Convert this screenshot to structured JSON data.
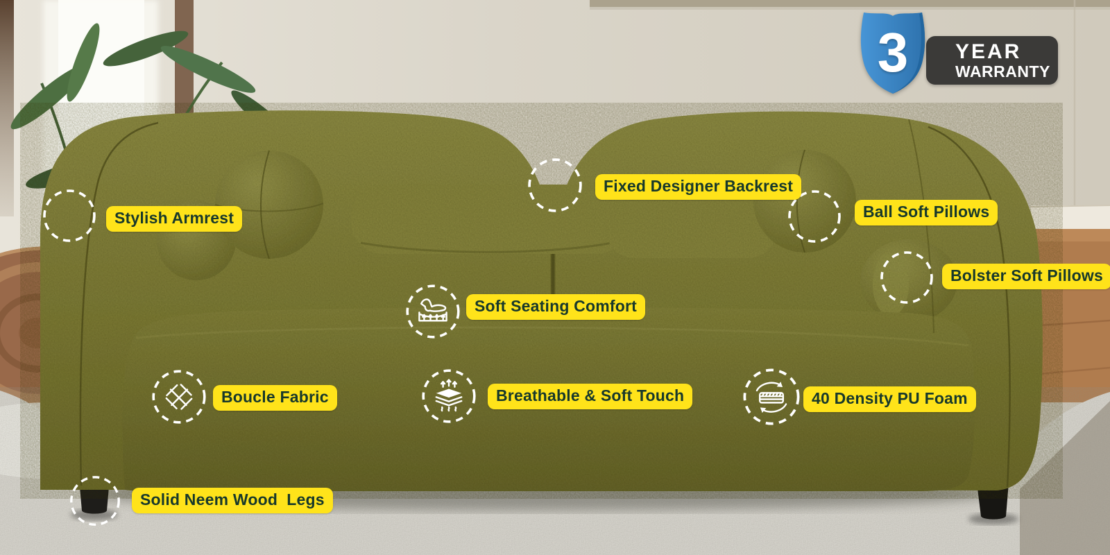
{
  "warranty_badge": {
    "years": "3",
    "line1": "YEAR",
    "line2": "WARRANTY"
  },
  "callouts": [
    {
      "id": "armrest",
      "label": "Stylish Armrest"
    },
    {
      "id": "backrest",
      "label": "Fixed Designer Backrest"
    },
    {
      "id": "ball_pillows",
      "label": "Ball Soft Pillows"
    },
    {
      "id": "bolster_pillows",
      "label": "Bolster Soft Pillows"
    },
    {
      "id": "seating",
      "label": "Soft Seating Comfort",
      "icon": "seat-comfort-icon"
    },
    {
      "id": "fabric",
      "label": "Boucle Fabric",
      "icon": "weave-icon"
    },
    {
      "id": "breathable",
      "label": "Breathable & Soft Touch",
      "icon": "breathe-layers-icon"
    },
    {
      "id": "foam",
      "label": "40 Density PU Foam",
      "icon": "foam-rotate-icon"
    },
    {
      "id": "legs",
      "label": "Solid Neem Wood  Legs"
    }
  ],
  "colors": {
    "label_background": "#FFE31A",
    "label_text": "#17382B",
    "shield_blue": "#3E8FD1",
    "warranty_plate": "#3B3A38",
    "sofa_olive": "#7C7A36"
  }
}
